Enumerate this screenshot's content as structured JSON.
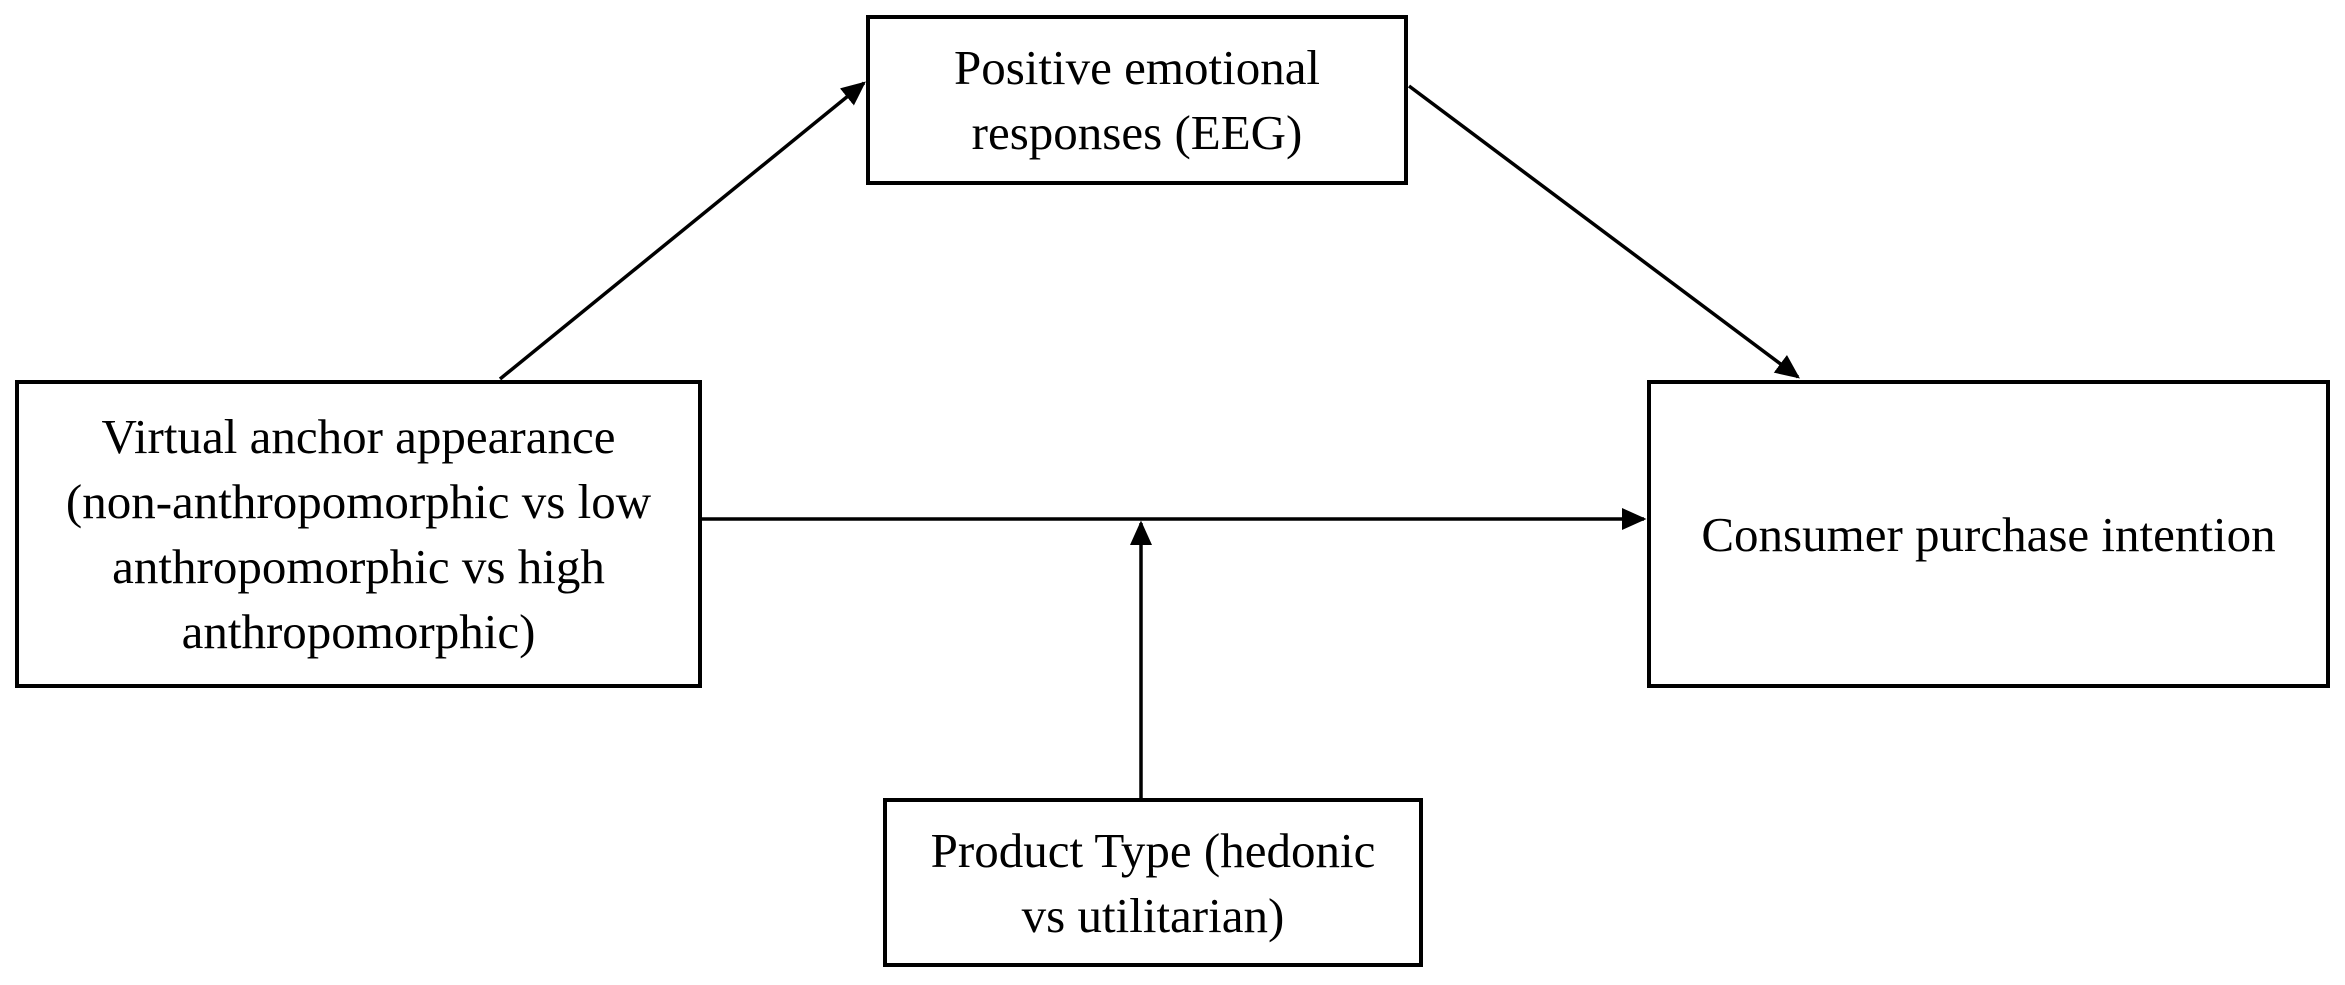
{
  "figure": {
    "type": "conceptual-model-diagram",
    "colors": {
      "line": "#000000",
      "box_border": "#000000",
      "box_fill": "#ffffff",
      "background": "#ffffff",
      "text": "#000000"
    },
    "nodes": {
      "virtual_anchor_appearance": {
        "label": "Virtual anchor appearance (non-anthropomorphic vs low anthropomorphic vs high anthropomorphic)",
        "lines": [
          "Virtual anchor appearance",
          "(non-anthropomorphic vs low",
          "anthropomorphic vs high",
          "anthropomorphic)"
        ],
        "role": "independent-variable"
      },
      "positive_emotional_responses": {
        "label": "Positive emotional responses (EEG)",
        "lines": [
          "Positive emotional",
          "responses (EEG)"
        ],
        "role": "mediator"
      },
      "consumer_purchase_intention": {
        "label": "Consumer purchase intention",
        "lines": [
          "Consumer purchase intention"
        ],
        "role": "dependent-variable"
      },
      "product_type": {
        "label": "Product Type (hedonic vs utilitarian)",
        "lines": [
          "Product Type (hedonic",
          "vs utilitarian)"
        ],
        "role": "moderator"
      }
    },
    "edges": [
      {
        "from": "virtual_anchor_appearance",
        "to": "positive_emotional_responses",
        "type": "arrow"
      },
      {
        "from": "positive_emotional_responses",
        "to": "consumer_purchase_intention",
        "type": "arrow"
      },
      {
        "from": "virtual_anchor_appearance",
        "to": "consumer_purchase_intention",
        "type": "arrow"
      },
      {
        "from": "product_type",
        "to": "arrow-anchor-to-purchase",
        "type": "arrow",
        "role": "moderation"
      }
    ]
  }
}
